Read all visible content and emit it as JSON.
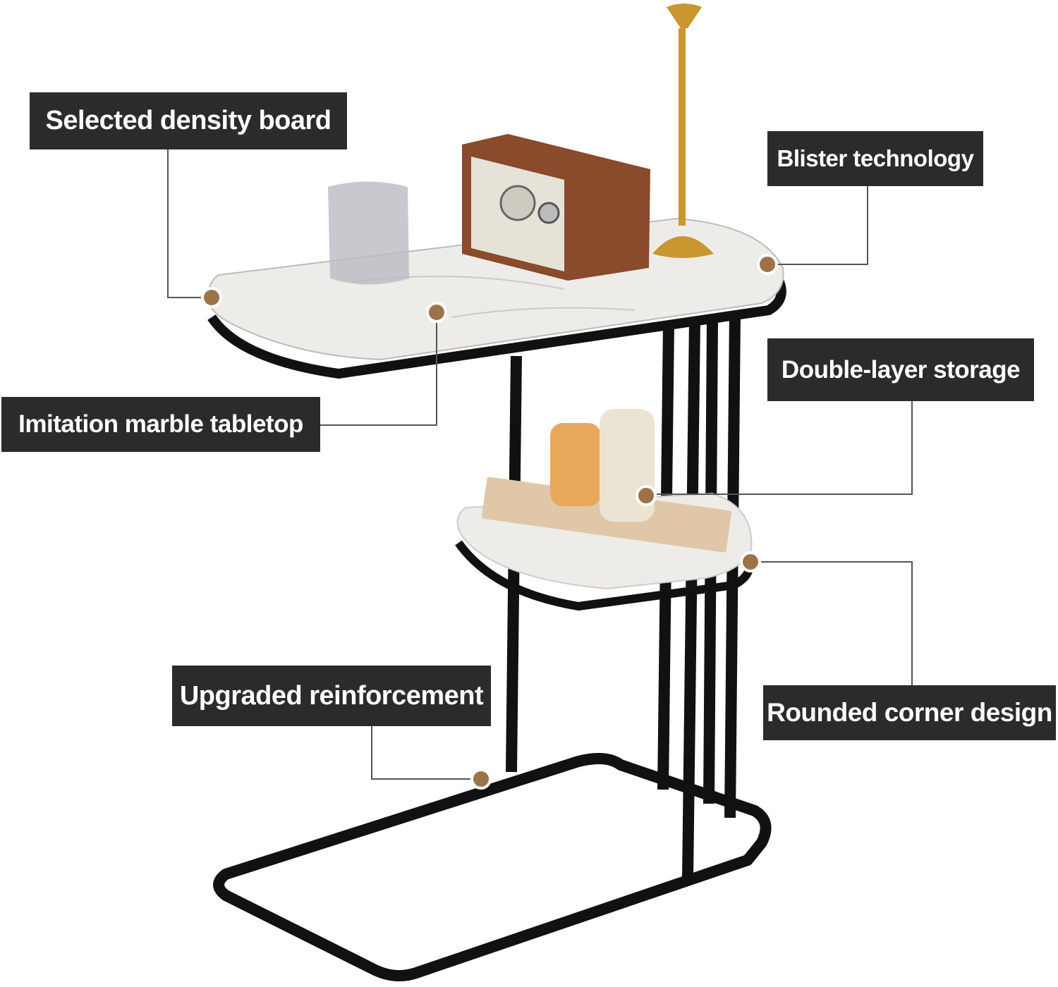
{
  "callouts": {
    "density_board": "Selected density board",
    "blister": "Blister technology",
    "double_layer": "Double-layer storage",
    "marble_top": "Imitation marble tabletop",
    "reinforcement": "Upgraded reinforcement",
    "rounded_corner": "Rounded corner design"
  },
  "colors": {
    "label_bg": "#2b2b2b",
    "marker": "#9c7348",
    "frame": "#111111",
    "marble": "#eeece8"
  }
}
